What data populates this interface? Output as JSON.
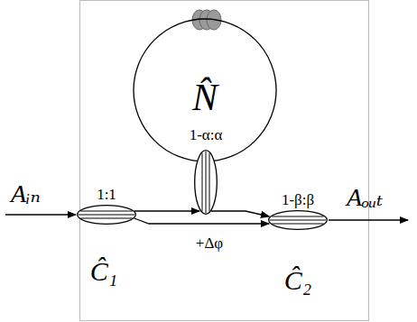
{
  "diagram": {
    "nodes": [
      {
        "text": [
          "N̂"
        ]
      },
      {
        "text": [
          "1:1",
          "Ĉ₁"
        ]
      },
      {
        "text": [
          "1-α:α"
        ]
      },
      {
        "text": [
          "1-β:β",
          "Ĉ₂"
        ]
      }
    ],
    "edges": [
      {
        "from": 1,
        "to": 2,
        "arrow": "to"
      },
      {
        "from": 2,
        "to": 3,
        "arrow": "to"
      },
      {
        "from": 1,
        "to": 3,
        "arrow": "to",
        "label": "+Δφ"
      }
    ],
    "labels": [
      "Aᵢₙ",
      "Aₒᵤₜ"
    ]
  }
}
